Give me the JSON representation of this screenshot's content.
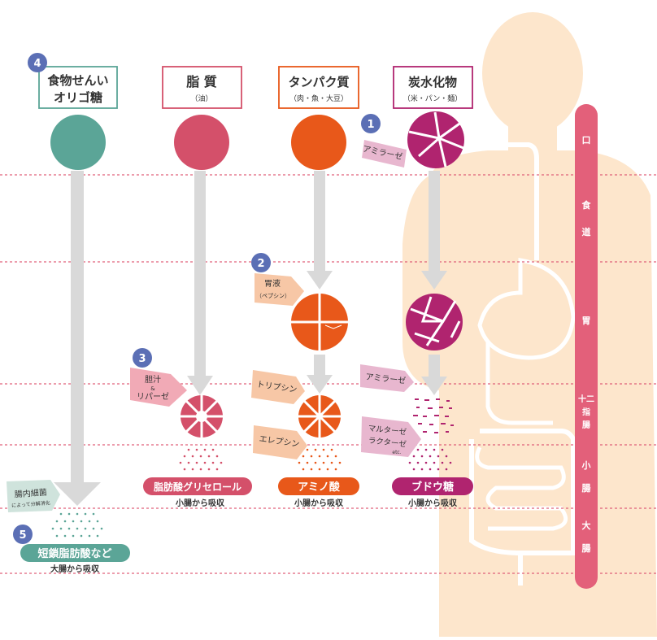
{
  "nutrients": [
    {
      "title": "食物せんい",
      "title2": "オリゴ糖",
      "sub": "",
      "color": "#5ba597",
      "badge": "4"
    },
    {
      "title": "脂 質",
      "sub": "（油）",
      "color": "#d4506a"
    },
    {
      "title": "タンパク質",
      "sub": "（肉・魚・大豆）",
      "color": "#e8581a"
    },
    {
      "title": "炭水化物",
      "sub": "（米・パン・麺）",
      "color": "#b0246f"
    }
  ],
  "enzymes": {
    "amylase1": "アミラーゼ",
    "gastric": "胃液",
    "pepsin": "（ペプシン）",
    "bile1": "胆汁",
    "bile_amp": "&",
    "bile2": "リパーゼ",
    "trypsin": "トリプシン",
    "amylase2": "アミラーゼ",
    "erepsin": "エレプシン",
    "maltase": "マルターゼ",
    "lactase": "ラクターゼ",
    "etc": "etc.",
    "bacteria": "腸内細菌",
    "bacteria_sub": "によって分解消化"
  },
  "badges": [
    "1",
    "2",
    "3",
    "4",
    "5"
  ],
  "products": [
    {
      "label": "短鎖脂肪酸など",
      "absorb": "大腸から吸収",
      "color": "#5ba597"
    },
    {
      "label": "脂肪酸グリセロール",
      "absorb": "小腸から吸収",
      "color": "#d4506a"
    },
    {
      "label": "アミノ酸",
      "absorb": "小腸から吸収",
      "color": "#e8581a"
    },
    {
      "label": "ブドウ糖",
      "absorb": "小腸から吸収",
      "color": "#b0246f"
    }
  ],
  "organs": [
    "口",
    "食",
    "道",
    "胃",
    "十二",
    "指",
    "腸",
    "小",
    "腸",
    "大",
    "腸"
  ],
  "colors": {
    "fiber": "#5ba597",
    "fat": "#d4506a",
    "protein": "#e8581a",
    "carb": "#b0246f",
    "badge": "#5b6fb5",
    "body": "#fde6cc",
    "arrow": "#d9d9d9",
    "organbar": "#e3607a",
    "dashed": "#e0607a"
  }
}
